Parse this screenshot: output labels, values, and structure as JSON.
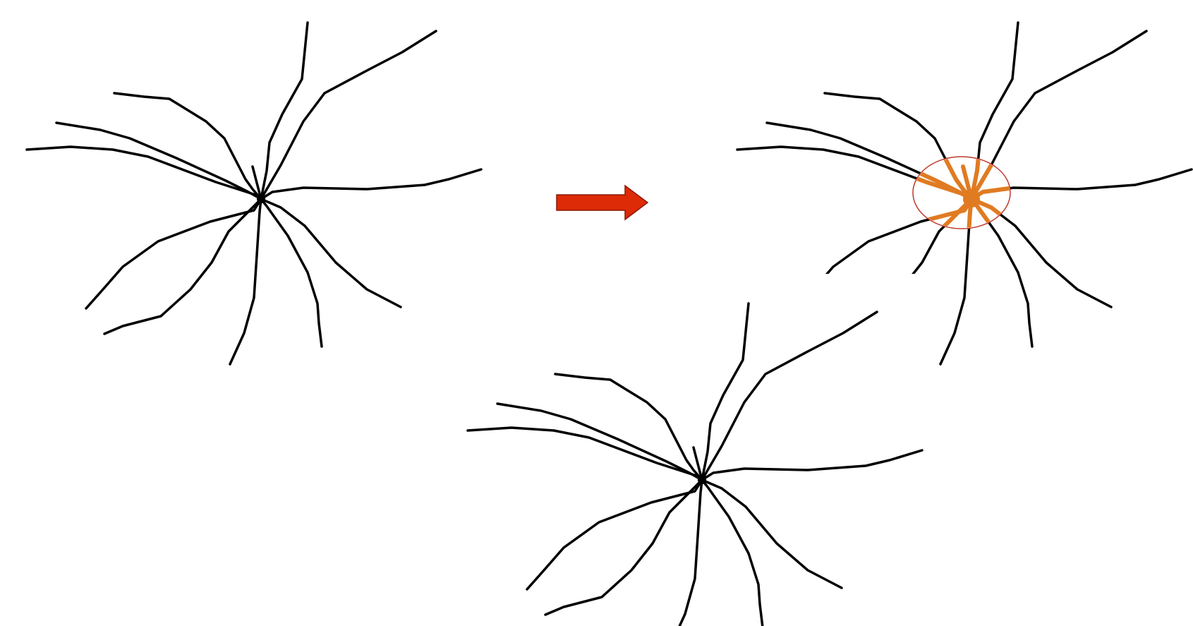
{
  "diagram": {
    "figures": [
      {
        "name": "original-star-shape",
        "ray_count": 12,
        "stroke_color": "#000000",
        "highlighted_center": false
      },
      {
        "name": "highlighted-star-shape",
        "ray_count": 12,
        "stroke_color": "#000000",
        "highlighted_center": true,
        "center_fill_color": "#e07b22",
        "center_outline_color": "#c0392b"
      },
      {
        "name": "restored-star-shape",
        "ray_count": 12,
        "stroke_color": "#000000",
        "highlighted_center": false
      }
    ],
    "arrow": {
      "direction": "right",
      "fill_color": "#dd2a07",
      "outline_color": "#8a1a05"
    }
  }
}
